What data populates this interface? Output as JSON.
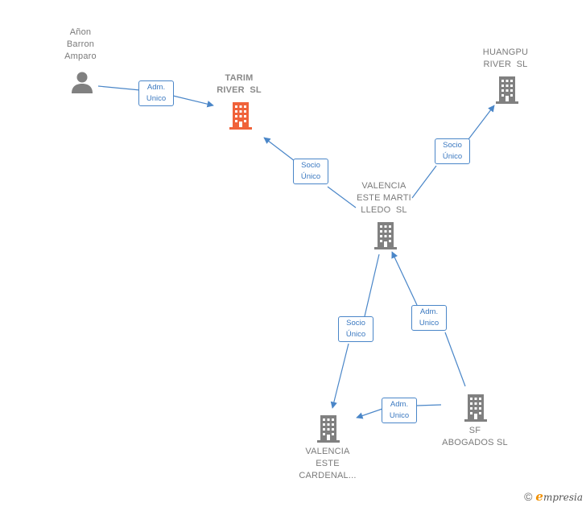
{
  "nodes": {
    "anon": {
      "lines": [
        "Añon",
        "Barron",
        "Amparo"
      ],
      "type": "person"
    },
    "tarim": {
      "lines": [
        "TARIM",
        "RIVER  SL"
      ],
      "type": "company-main"
    },
    "huangpu": {
      "lines": [
        "HUANGPU",
        "RIVER  SL"
      ],
      "type": "company"
    },
    "valencia_marti": {
      "lines": [
        "VALENCIA",
        "ESTE MARTI",
        "LLEDO  SL"
      ],
      "type": "company"
    },
    "valencia_cardenal": {
      "lines": [
        "VALENCIA",
        "ESTE",
        "CARDENAL..."
      ],
      "type": "company"
    },
    "sf": {
      "lines": [
        "SF",
        "ABOGADOS SL"
      ],
      "type": "company"
    }
  },
  "edges": {
    "anon_tarim": {
      "lines": [
        "Adm.",
        "Unico"
      ]
    },
    "marti_tarim": {
      "lines": [
        "Socio",
        "Único"
      ]
    },
    "marti_huangpu": {
      "lines": [
        "Socio",
        "Único"
      ]
    },
    "marti_cardenal": {
      "lines": [
        "Socio",
        "Único"
      ]
    },
    "sf_marti": {
      "lines": [
        "Adm.",
        "Unico"
      ]
    },
    "sf_cardenal": {
      "lines": [
        "Adm.",
        "Unico"
      ]
    }
  },
  "colors": {
    "edge": "#4a86c8",
    "node_gray": "#808080",
    "node_main": "#f0623a"
  },
  "watermark": {
    "symbol": "©",
    "brand_initial": "e",
    "brand_rest": "mpresia"
  }
}
